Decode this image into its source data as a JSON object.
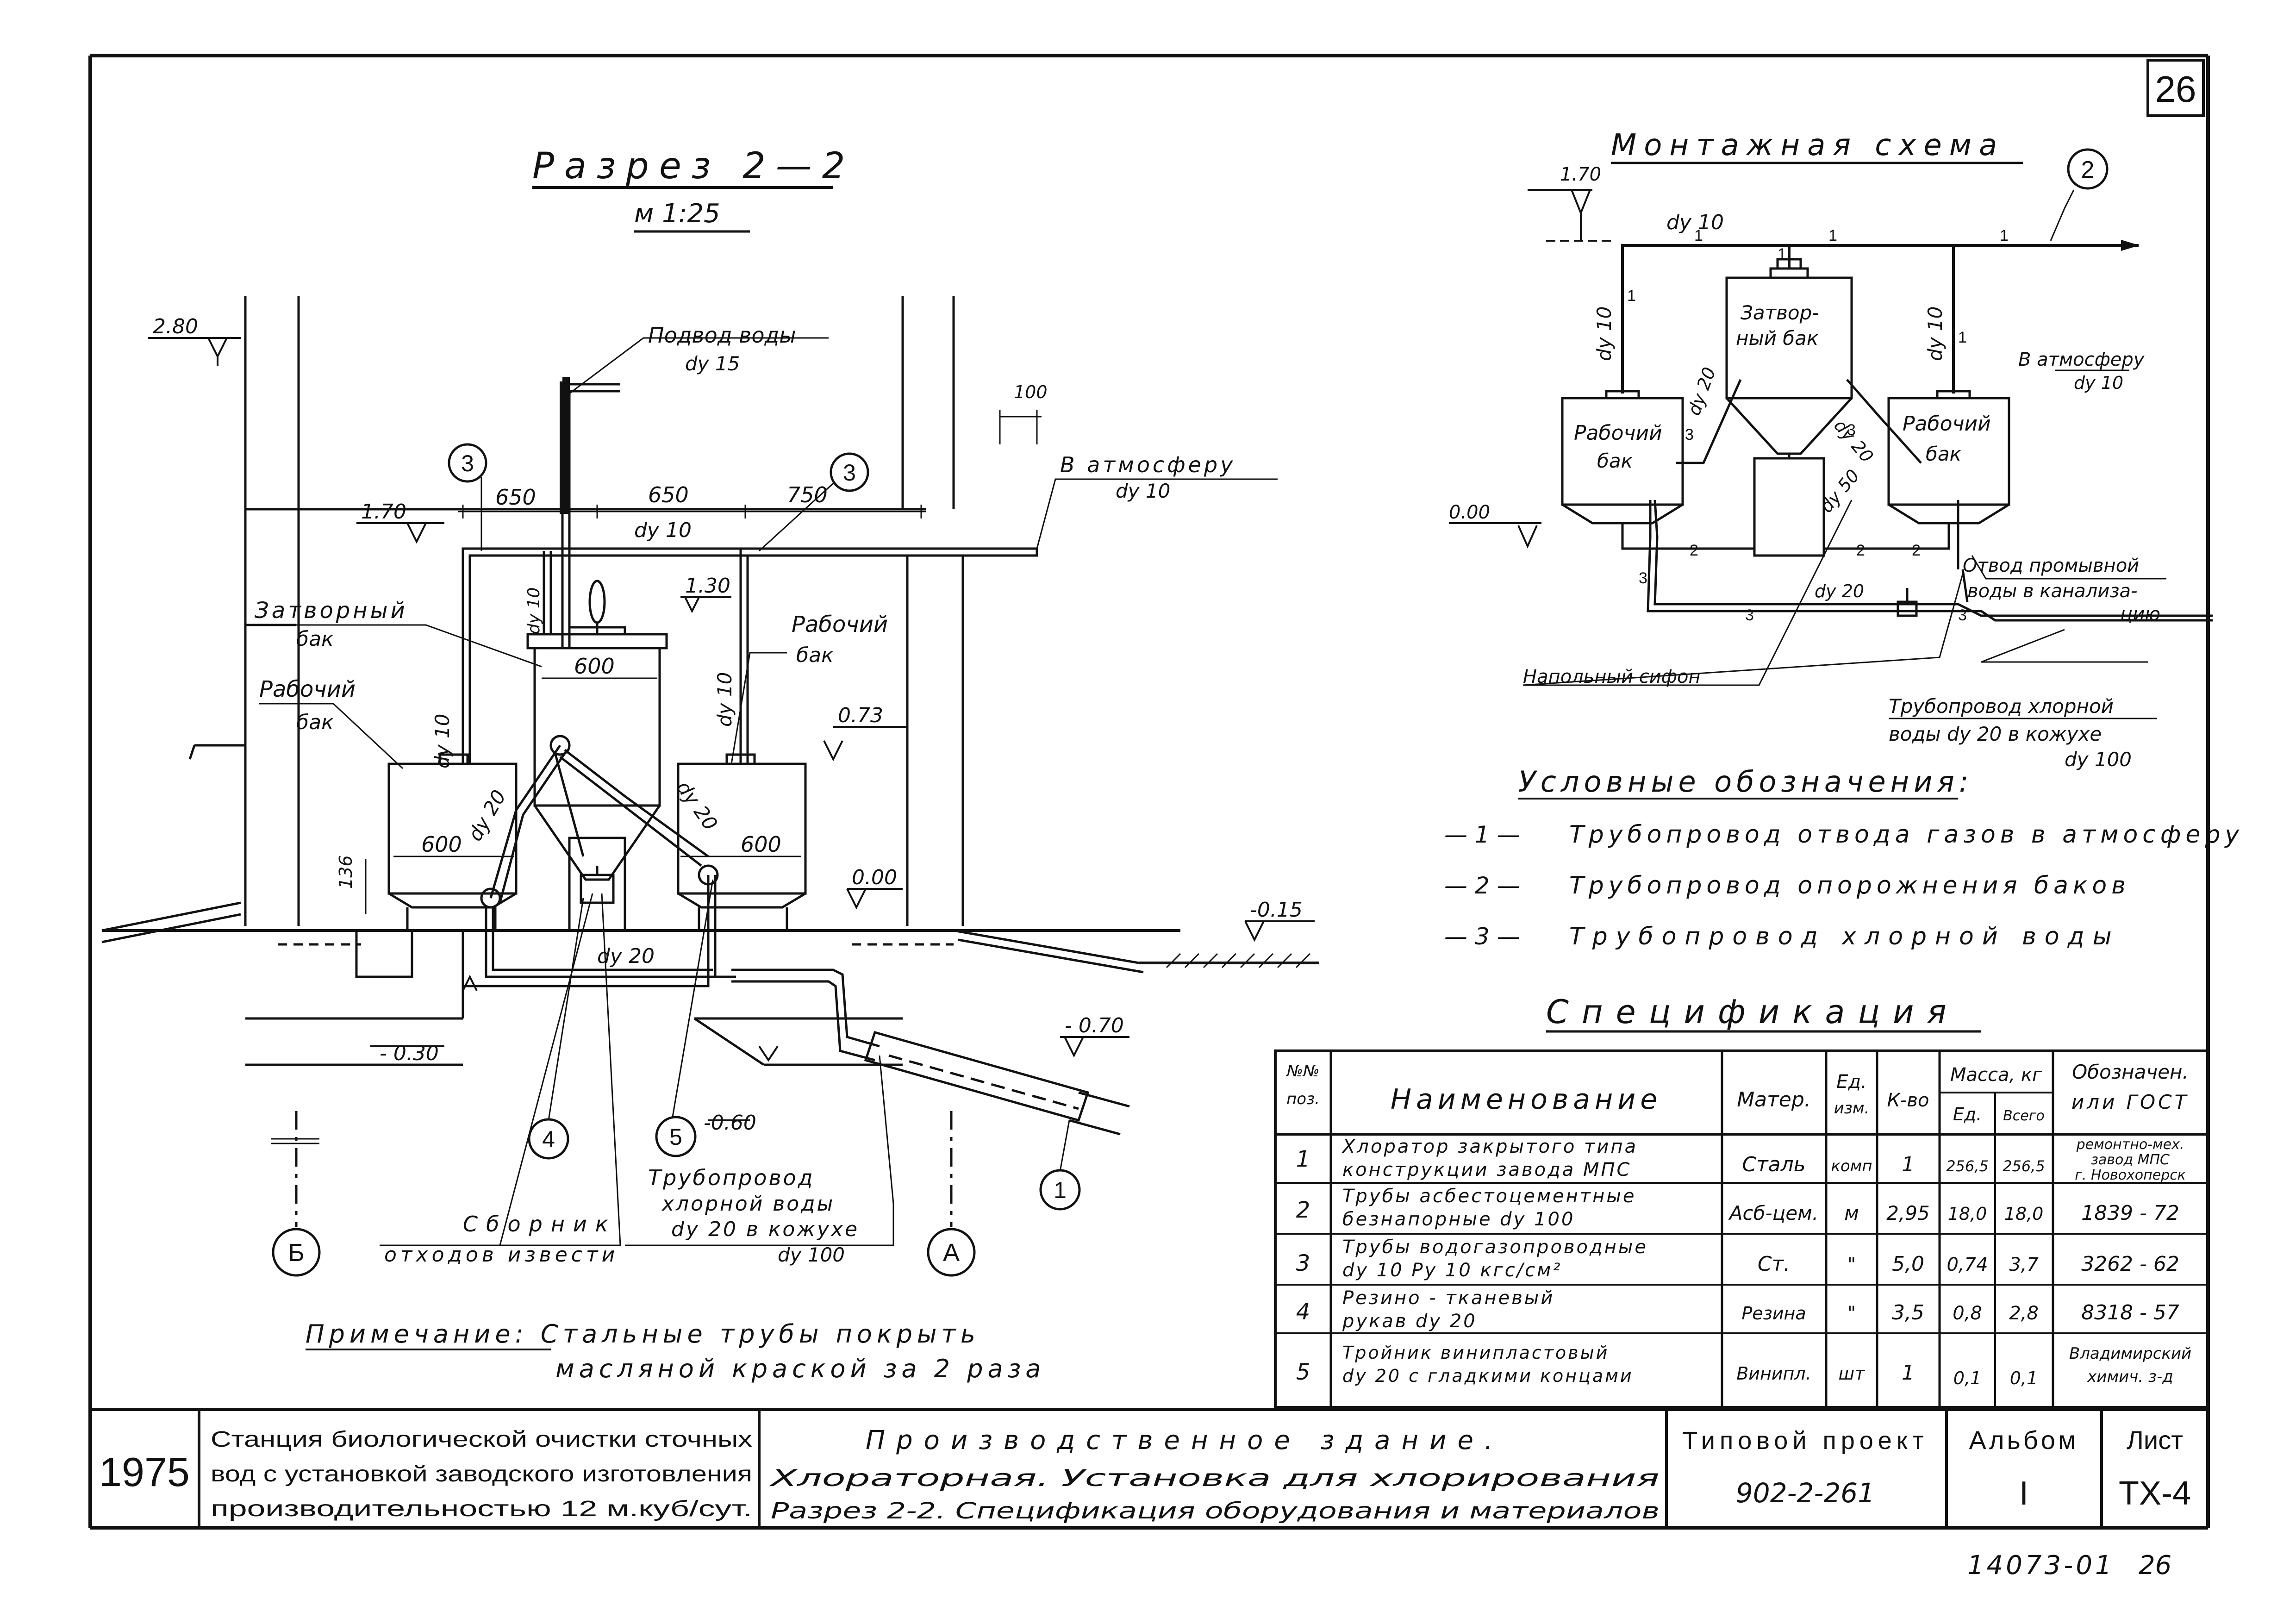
{
  "sheet_corner_number": "26",
  "section": {
    "title": "Разрез 2—2",
    "scale": "м 1:25",
    "elev_280": "2.80",
    "elev_170": "1.70",
    "elev_130": "1.30",
    "elev_073": "0.73",
    "elev_000": "0.00",
    "elev_m015": "-0.15",
    "elev_m030": "- 0.30",
    "elev_m060": "-0.60",
    "elev_m070": "- 0.70",
    "dim_650a": "650",
    "dim_650b": "650",
    "dim_750": "750",
    "dim_100": "100",
    "dim_600_top": "600",
    "dim_600_left": "600",
    "dim_600_right": "600",
    "dim_136": "136",
    "label_water_supply": "Подвод воды",
    "label_water_supply_dy": "dу 15",
    "label_atmosphere": "В атмосферу",
    "label_atmosphere_dy": "dу 10",
    "pipe_dy10_h": "dу 10",
    "pipe_dy10_v1": "dу 10",
    "pipe_dy10_v2": "dу 10",
    "pipe_dy10_v3": "dу 10",
    "pipe_dy20_a": "dу 20",
    "pipe_dy20_b": "dу 20",
    "pipe_dy20_bottom": "dу 20",
    "label_lock_tank_1": "Затворный",
    "label_lock_tank_2": "бак",
    "label_work_tank_l1": "Рабочий",
    "label_work_tank_l2": "бак",
    "label_work_tank_r1": "Рабочий",
    "label_work_tank_r2": "бак",
    "label_pipe_1": "Трубопровод",
    "label_pipe_2": "хлорной воды",
    "label_pipe_3": "dу 20 в кожухе",
    "label_pipe_4": "dу 100",
    "label_collector_1": "Сборник",
    "label_collector_2": "отходов извести",
    "pos_3a": "3",
    "pos_3b": "3",
    "pos_4": "4",
    "pos_5": "5",
    "pos_1": "1",
    "axis_b": "Б",
    "axis_a": "А",
    "note_1": "Примечание: Стальные трубы покрыть",
    "note_2": "масляной краской за 2 раза"
  },
  "scheme": {
    "title": "Монтажная схема",
    "elev_170": "1.70",
    "elev_000": "0.00",
    "dy10_top": "dу 10",
    "dy10_left": "dу 10",
    "dy10_right": "dу 10",
    "dy20_a": "dу 20",
    "dy20_b": "dу 20",
    "dy20_bottom": "dу 20",
    "dy50": "dу 50",
    "num_1a": "1",
    "num_1b": "1",
    "num_1c": "1",
    "num_1d": "1",
    "num_1e": "1",
    "num_1f": "1",
    "num_2a": "2",
    "num_2b": "2",
    "num_2c": "2",
    "num_3a": "3",
    "num_3b": "3",
    "num_3c": "3",
    "num_3d": "3",
    "num_3e": "3",
    "circle_2": "2",
    "lock_tank_1": "Затвор-",
    "lock_tank_2": "ный бак",
    "work_tank_l1": "Рабочий",
    "work_tank_l2": "бак",
    "work_tank_r1": "Рабочий",
    "work_tank_r2": "бак",
    "to_atm_1": "В атмосферу",
    "to_atm_2": "dу 10",
    "drain_1": "Отвод промывной",
    "drain_2": "воды в канализа-",
    "drain_3": "цию",
    "siphon": "Напольный сифон",
    "chl_1": "Трубопровод хлорной",
    "chl_2": "воды dу 20 в кожухе",
    "chl_3": "dу 100"
  },
  "legend": {
    "title": "Условные обозначения:",
    "items": [
      {
        "mark": "— 1 —",
        "text": "Трубопровод отвода газов в атмосферу"
      },
      {
        "mark": "— 2 —",
        "text": "Трубопровод опорожнения баков"
      },
      {
        "mark": "— 3 —",
        "text": "Трубопровод хлорной воды"
      }
    ]
  },
  "spec": {
    "title": "Спецификация",
    "headers": {
      "pos_1": "№№",
      "pos_2": "поз.",
      "name": "Наименование",
      "mat": "Матер.",
      "unit_1": "Ед.",
      "unit_2": "изм.",
      "qty": "К-во",
      "mass": "Масса, кг",
      "mass_unit": "Ед.",
      "mass_total": "Всего",
      "designation_1": "Обозначен.",
      "designation_2": "или ГОСТ"
    },
    "rows": [
      {
        "pos": "1",
        "name_1": "Хлоратор закрытого типа",
        "name_2": "конструкции завода МПС",
        "mat": "Сталь",
        "unit": "комп",
        "qty": "1",
        "mass_unit": "256,5",
        "mass_total": "256,5",
        "des_1": "ремонтно-мех.",
        "des_2": "завод МПС",
        "des_3": "г. Новохоперск"
      },
      {
        "pos": "2",
        "name_1": "Трубы асбестоцементные",
        "name_2": "безнапорные dу 100",
        "mat": "Асб-цем.",
        "unit": "м",
        "qty": "2,95",
        "mass_unit": "18,0",
        "mass_total": "18,0",
        "des_1": "1839 - 72",
        "des_2": "",
        "des_3": ""
      },
      {
        "pos": "3",
        "name_1": "Трубы водогазопроводные",
        "name_2": "dу 10  Ру 10 кгс/см²",
        "mat": "Ст.",
        "unit": "\"",
        "qty": "5,0",
        "mass_unit": "0,74",
        "mass_total": "3,7",
        "des_1": "3262 - 62",
        "des_2": "",
        "des_3": ""
      },
      {
        "pos": "4",
        "name_1": "Резино - тканевый",
        "name_2": "рукав  dу 20",
        "mat": "Резина",
        "unit": "\"",
        "qty": "3,5",
        "mass_unit": "0,8",
        "mass_total": "2,8",
        "des_1": "8318 - 57",
        "des_2": "",
        "des_3": ""
      },
      {
        "pos": "5",
        "name_1": "Тройник винипластовый",
        "name_2": "dу 20 с гладкими концами",
        "mat": "Винипл.",
        "unit": "шт",
        "qty": "1",
        "mass_unit": "0,1",
        "mass_total": "0,1",
        "des_1": "Владимирский",
        "des_2": "химич. з-д",
        "des_3": ""
      }
    ]
  },
  "title_block": {
    "year": "1975",
    "project_1": "Станция биологической очистки сточных",
    "project_2": "вод с установкой заводского изготовления",
    "project_3": "производительностью 12 м.куб/сут.",
    "drawing_1": "Производственное здание.",
    "drawing_2": "Хлораторная. Установка для хлорирования",
    "drawing_3": "Разрез 2-2. Спецификация оборудования и материалов",
    "typical_label": "Типовой проект",
    "typical_value": "902-2-261",
    "album_label": "Альбом",
    "album_value": "I",
    "sheet_label": "Лист",
    "sheet_value": "ТХ-4",
    "bottom_code": "14073-01",
    "bottom_page": "26"
  }
}
